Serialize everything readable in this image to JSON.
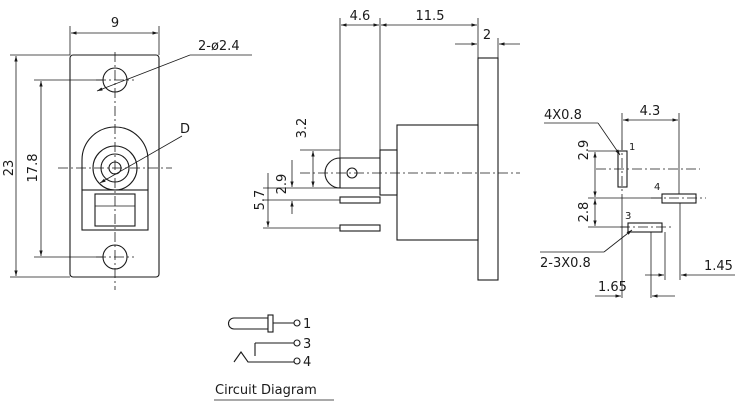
{
  "front_view": {
    "width_dim": "9",
    "height_dim": "23",
    "hole_pitch_dim": "17.8",
    "hole_callout": "2-ø2.4",
    "jack_label": "D"
  },
  "side_view": {
    "dim_flange_offset": "4.6",
    "dim_body_length": "11.5",
    "dim_flange_thickness": "2",
    "dim_pin1_height": "3.2",
    "dim_pin_spacing_a": "2.9",
    "dim_pin_spacing_b": "5.7"
  },
  "pcb_layout": {
    "slot_main_callout": "4X0.8",
    "dim_top_width": "4.3",
    "dim_vertical_a": "2.9",
    "dim_vertical_b": "2.8",
    "slot_pair_callout": "2-3X0.8",
    "dim_bottom_a": "1.45",
    "dim_bottom_b": "1.65",
    "pin_label_1": "1",
    "pin_label_4": "4",
    "pin_label_3": "3"
  },
  "circuit": {
    "pin_1": "1",
    "pin_3": "3",
    "pin_4": "4",
    "caption": "Circuit Diagram"
  }
}
